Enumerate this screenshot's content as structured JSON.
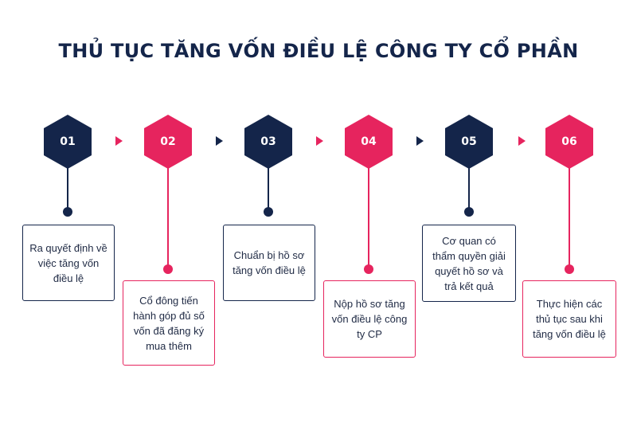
{
  "title": "THỦ TỤC TĂNG VỐN ĐIỀU LỆ CÔNG TY CỔ PHẦN",
  "colors": {
    "navy": "#14254a",
    "pink": "#e6245e"
  },
  "steps": [
    {
      "number": "01",
      "text": "Ra quyết định về việc tăng vốn điều lệ",
      "color": "navy"
    },
    {
      "number": "02",
      "text": "Cổ đông tiến hành góp đủ số vốn đã đăng ký mua thêm",
      "color": "pink"
    },
    {
      "number": "03",
      "text": "Chuẩn bị hồ sơ tăng vốn điều lệ",
      "color": "navy"
    },
    {
      "number": "04",
      "text": "Nộp hồ sơ tăng vốn điều lệ công ty CP",
      "color": "pink"
    },
    {
      "number": "05",
      "text": "Cơ quan có thẩm quyền giải quyết hồ sơ và trả kết quả",
      "color": "navy"
    },
    {
      "number": "06",
      "text": "Thực hiện các thủ tục sau khi tăng vốn điều lệ",
      "color": "pink"
    }
  ]
}
